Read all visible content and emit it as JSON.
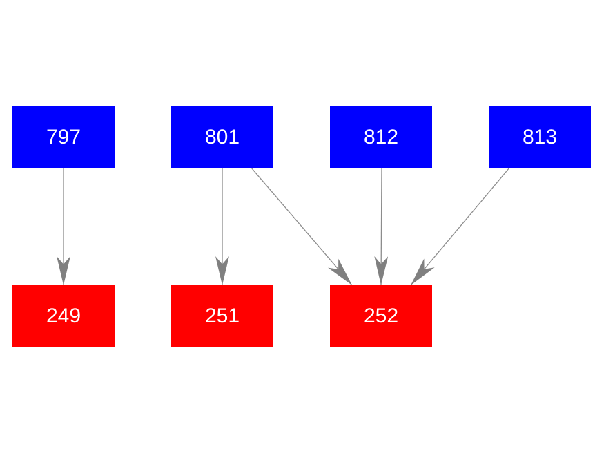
{
  "diagram": {
    "type": "directed-graph",
    "background_color": "#ffffff",
    "nodes": [
      {
        "id": "797",
        "label": "797",
        "row": "top",
        "fill_color": "#0000ff",
        "text_color": "#ffffff"
      },
      {
        "id": "801",
        "label": "801",
        "row": "top",
        "fill_color": "#0000ff",
        "text_color": "#ffffff"
      },
      {
        "id": "812",
        "label": "812",
        "row": "top",
        "fill_color": "#0000ff",
        "text_color": "#ffffff"
      },
      {
        "id": "813",
        "label": "813",
        "row": "top",
        "fill_color": "#0000ff",
        "text_color": "#ffffff"
      },
      {
        "id": "249",
        "label": "249",
        "row": "bottom",
        "fill_color": "#ff0000",
        "text_color": "#ffffff"
      },
      {
        "id": "251",
        "label": "251",
        "row": "bottom",
        "fill_color": "#ff0000",
        "text_color": "#ffffff"
      },
      {
        "id": "252",
        "label": "252",
        "row": "bottom",
        "fill_color": "#ff0000",
        "text_color": "#ffffff"
      }
    ],
    "edges": [
      {
        "from": "797",
        "to": "249"
      },
      {
        "from": "801",
        "to": "251"
      },
      {
        "from": "801",
        "to": "252"
      },
      {
        "from": "812",
        "to": "252"
      },
      {
        "from": "813",
        "to": "252"
      }
    ],
    "edge_style": {
      "line_color": "#8c8c8c",
      "arrowhead_color": "#808080",
      "arrowhead_shape": "concave-dart"
    }
  }
}
